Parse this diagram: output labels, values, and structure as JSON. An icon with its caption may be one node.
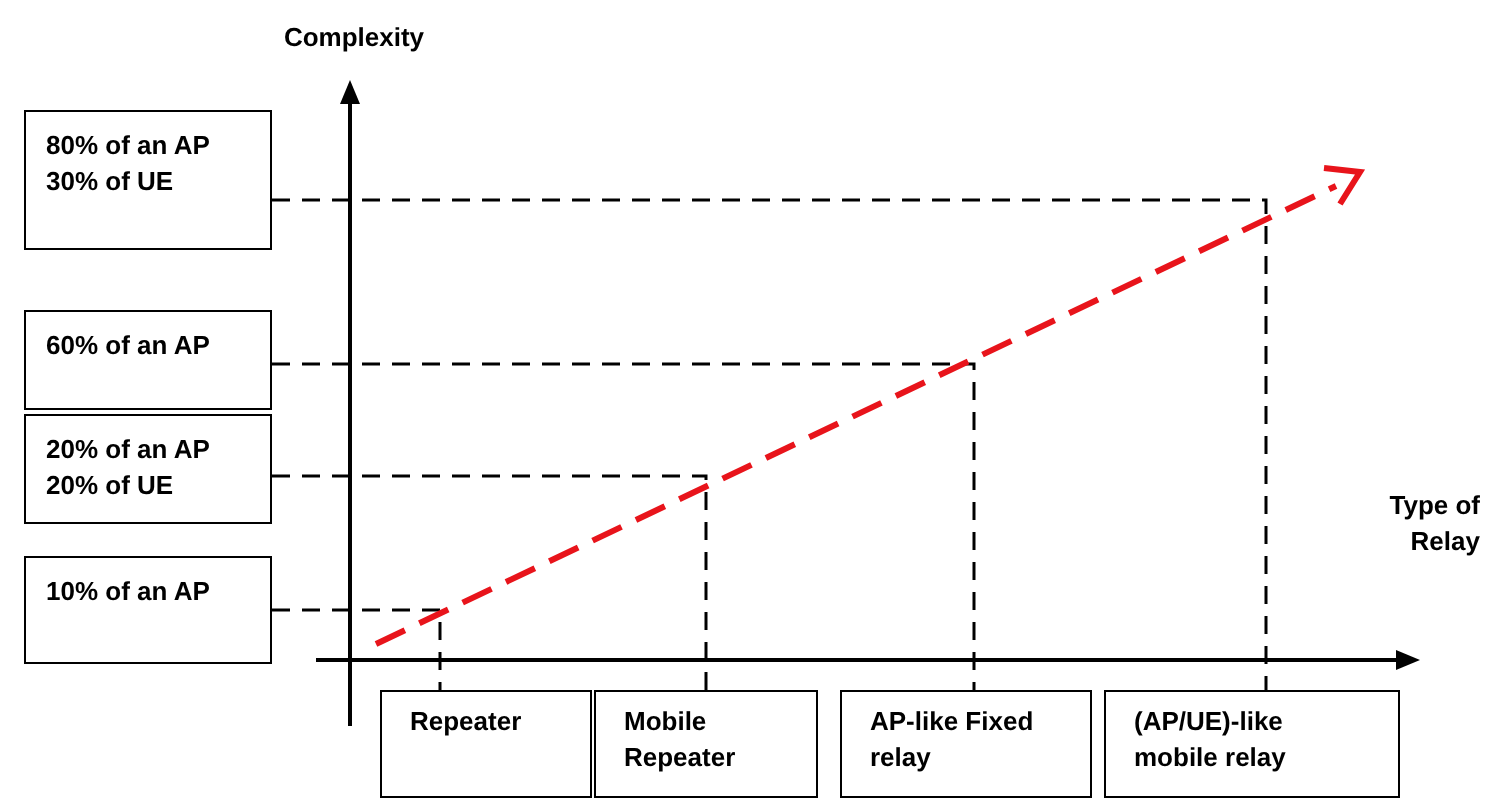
{
  "diagram": {
    "nodes": [
      {
        "text": [
          "80% of an AP 30% of UE"
        ]
      },
      {
        "text": [
          "60% of an AP"
        ]
      },
      {
        "text": [
          "20% of an AP 20% of UE"
        ]
      },
      {
        "text": [
          "10% of an AP"
        ]
      },
      {
        "text": [
          "Repeater"
        ]
      },
      {
        "text": [
          "Mobile Repeater"
        ]
      },
      {
        "text": [
          "AP-like Fixed relay"
        ]
      },
      {
        "text": [
          "(AP/UE)-like mobile relay"
        ]
      }
    ],
    "edges": [
      {
        "from": 3,
        "to": 4,
        "arrow": "none",
        "style": "dashed"
      },
      {
        "from": 2,
        "to": 5,
        "arrow": "none",
        "style": "dashed"
      },
      {
        "from": 1,
        "to": 6,
        "arrow": "none",
        "style": "dashed"
      },
      {
        "from": 0,
        "to": 7,
        "arrow": "none",
        "style": "dashed"
      }
    ],
    "labels": [
      "Complexity",
      "Type of Relay"
    ]
  }
}
